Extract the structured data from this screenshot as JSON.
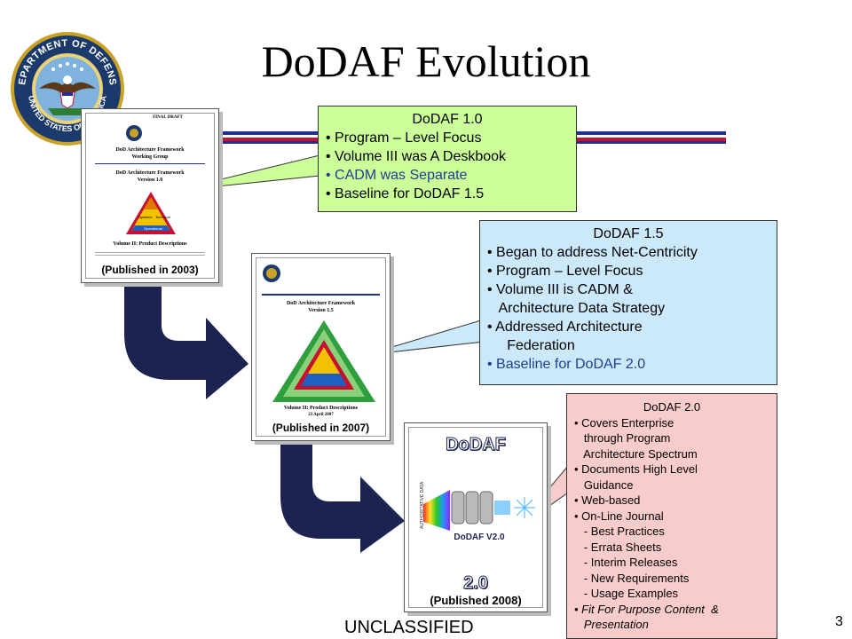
{
  "title": "DoDAF Evolution",
  "seal": {
    "icon": "dod-seal-icon",
    "text": "DEPARTMENT OF DEFENSE · UNITED STATES OF AMERICA"
  },
  "doc1": {
    "header": "FINAL DRAFT",
    "line1": "DoD Architecture Framework",
    "line2": "Working Group",
    "line3": "DoD Architecture Framework",
    "line4": "Version 1.0",
    "tri_a": "Systems",
    "tri_b": "Technical",
    "tri_c": "Operational",
    "line5": "Volume II: Product Descriptions",
    "published": "(Published in 2003)"
  },
  "doc2": {
    "line1": "DoD Architecture Framework",
    "line2": "Version 1.5",
    "line3": "Volume II: Product Descriptions",
    "line4": "23 April 2007",
    "published": "(Published in 2007)"
  },
  "doc3": {
    "top": "DoDAF",
    "logo": "DoDAF V2.0",
    "side": "AUTHORITATIVE DATA",
    "bottom": "2.0",
    "published": "(Published 2008)"
  },
  "callout1": {
    "heading": "DoDAF 1.0",
    "items": [
      "• Program – Level Focus",
      "• Volume III was A Deskbook",
      "• CADM was Separate",
      "• Baseline for DoDAF 1.5"
    ]
  },
  "callout2": {
    "heading": "DoDAF 1.5",
    "items": [
      "• Began to address Net-Centricity",
      "• Program – Level Focus",
      "• Volume III is CADM &",
      "   Architecture Data Strategy",
      "• Addressed Architecture",
      "     Federation",
      "• Baseline for DoDAF 2.0"
    ]
  },
  "callout3": {
    "heading": "DoDAF 2.0",
    "items": [
      "• Covers Enterprise",
      "   through Program",
      "   Architecture Spectrum",
      "• Documents High Level",
      "   Guidance",
      "• Web-based",
      "• On-Line Journal",
      "   - Best Practices",
      "   - Errata Sheets",
      "   - Interim Releases",
      "   - New Requirements",
      "   - Usage Examples",
      "• Fit For Purpose Content  &",
      "   Presentation"
    ]
  },
  "footer": "UNCLASSIFIED",
  "page_number": "3",
  "colors": {
    "navy": "#1c2350",
    "green": "#ccff99",
    "blue": "#cce9fb",
    "pink": "#f9cccc",
    "red": "#c8102e",
    "stripe_blue": "#1f2f8f"
  }
}
